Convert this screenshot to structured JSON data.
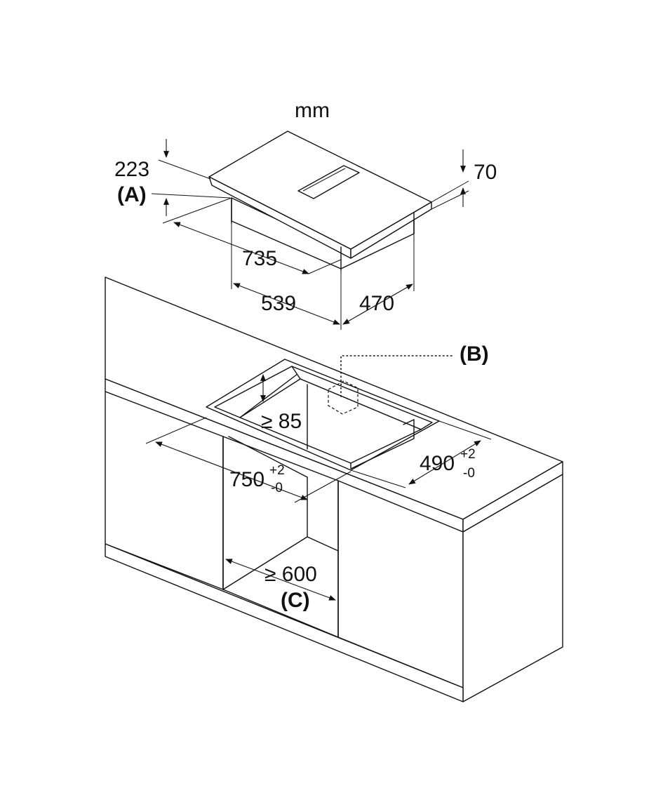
{
  "unit": "mm",
  "dims": {
    "height_total": "223",
    "label_a": "(A)",
    "glass_thickness": "70",
    "width": "735",
    "depth_body": "539",
    "depth_total": "470"
  },
  "cutout": {
    "label_b": "(B)",
    "min_clearance": "≥ 85",
    "cut_width": "750",
    "cut_width_tol_plus": "+2",
    "cut_width_tol_minus": "-0",
    "cut_depth": "490",
    "cut_depth_tol_plus": "+2",
    "cut_depth_tol_minus": "-0",
    "min_cabinet": "≥ 600",
    "label_c": "(C)"
  }
}
